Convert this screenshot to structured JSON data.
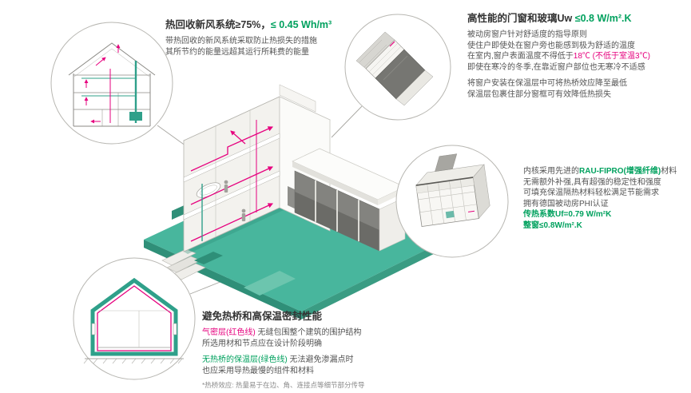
{
  "colors": {
    "green": "#00a15e",
    "teal": "#2fa08a",
    "magenta": "#e6007e",
    "text_dark": "#333333",
    "text_body": "#545454"
  },
  "ventilation": {
    "title_dark": "热回收新风系统≥75%，",
    "title_green": "≤ 0.45 Wh/m³",
    "body": [
      "带热回收的新风系统采取防止热损失的措施",
      "其所节约的能量远超其运行所耗费的能量"
    ]
  },
  "windows": {
    "title_dark": "高性能的门窗和玻璃Uw ",
    "title_green": "≤0.8 W/m².K",
    "body1": [
      "被动房窗户针对舒适度的指导原则",
      "使住户即使处在窗户旁也能感到极为舒适的温度"
    ],
    "temp_dark": "在室内,窗户表面温度不得低于",
    "temp_red": "18℃ (不低于室温3℃)",
    "body2": "即使在寒冷的冬季,在靠近窗户部位也无寒冷不适感",
    "body3": [
      "将窗户安装在保温层中可将热桥效应降至最低",
      "保温层包裹住部分窗框可有效降低热损失"
    ]
  },
  "profile": {
    "l1_dark": "内核采用先进的",
    "l1_green": "RAU-FIPRO(增强纤维)",
    "l1_dark2": "材料",
    "l2": "无需额外补强,具有超强的稳定性和强度",
    "l3": "可填充保温隔热材料轻松满足节能需求",
    "l4": "拥有德国被动房PHI认证",
    "l5": "传热系数Uf=0.79 W/m²K",
    "l6": "整窗≤0.8W/m².K"
  },
  "insulation": {
    "title": "避免热桥和高保温密封性能",
    "p1_red": "气密层(红色线)",
    "p1_dark": " 无缝包围整个建筑的围护结构",
    "p1_line2": "所选用材和节点应在设计阶段明确",
    "p2_green": "无热桥的保温层(绿色线)",
    "p2_dark": " 无法避免渗漏点时",
    "p2_line2": "也应采用导热最慢的组件和材料",
    "footnote": "*热桥效应: 热量易于在边、角、连接点等细节部分传导"
  }
}
